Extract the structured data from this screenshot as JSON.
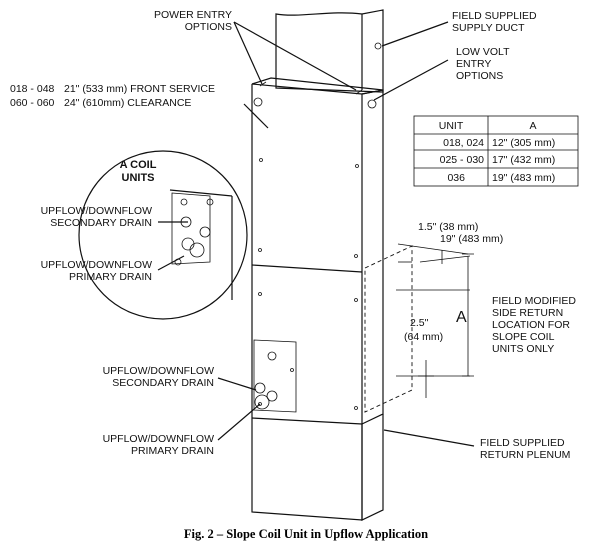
{
  "labels": {
    "power_entry_1": "POWER ENTRY",
    "power_entry_2": "OPTIONS",
    "field_supply_1": "FIELD SUPPLIED",
    "field_supply_2": "SUPPLY DUCT",
    "low_volt_1": "LOW VOLT",
    "low_volt_2": "ENTRY",
    "low_volt_3": "OPTIONS",
    "clear_1_model": "018 - 048",
    "clear_1_dim": "21\" (533 mm) FRONT SERVICE",
    "clear_2_model": "060 - 060",
    "clear_2_dim": "24\" (610mm)  CLEARANCE",
    "acoil_1": "A COIL",
    "acoil_2": "UNITS",
    "ud_sec_1": "UPFLOW/DOWNFLOW",
    "ud_sec_2": "SECONDARY DRAIN",
    "ud_pri_1": "UPFLOW/DOWNFLOW",
    "ud_pri_2": "PRIMARY DRAIN",
    "ud_sec_b1": "UPFLOW/DOWNFLOW",
    "ud_sec_b2": "SECONDARY DRAIN",
    "ud_pri_b1": "UPFLOW/DOWNFLOW",
    "ud_pri_b2": "PRIMARY DRAIN",
    "dim_15": "1.5\" (38 mm)",
    "dim_19": "19\" (483 mm)",
    "dim_25a": "2.5\"",
    "dim_25b": "(64 mm)",
    "dim_A": "A",
    "fm_1": "FIELD MODIFIED",
    "fm_2": "SIDE RETURN",
    "fm_3": "LOCATION FOR",
    "fm_4": "SLOPE COIL",
    "fm_5": "UNITS ONLY",
    "frp_1": "FIELD SUPPLIED",
    "frp_2": "RETURN PLENUM"
  },
  "table": {
    "headers": [
      "UNIT",
      "A"
    ],
    "rows": [
      [
        "018, 024",
        "12\" (305 mm)"
      ],
      [
        "025 - 030",
        "17\" (432 mm)"
      ],
      [
        "036",
        "19\" (483 mm)"
      ]
    ]
  },
  "caption": "Fig. 2 – Slope Coil Unit in Upflow Application"
}
